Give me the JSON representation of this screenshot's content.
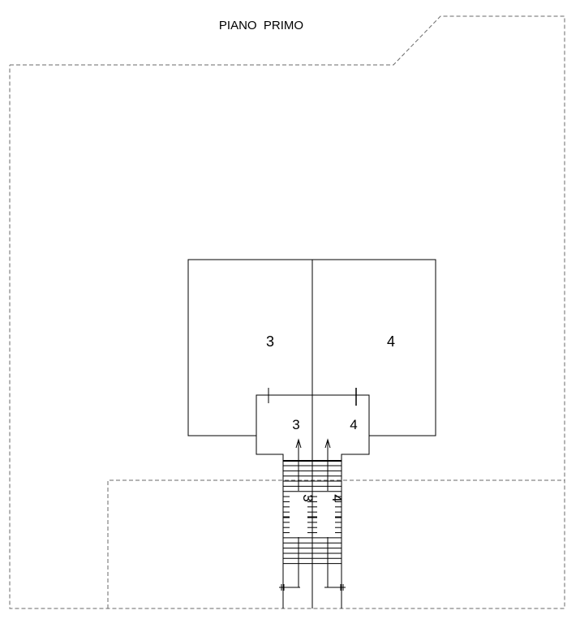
{
  "title": "PIANO  PRIMO",
  "units": [
    {
      "main_label": "3",
      "landing_label": "3",
      "stair_label": "3"
    },
    {
      "main_label": "4",
      "landing_label": "4",
      "stair_label": "4"
    }
  ],
  "colors": {
    "line": "#000000",
    "dashed": "#6a6a6a"
  }
}
